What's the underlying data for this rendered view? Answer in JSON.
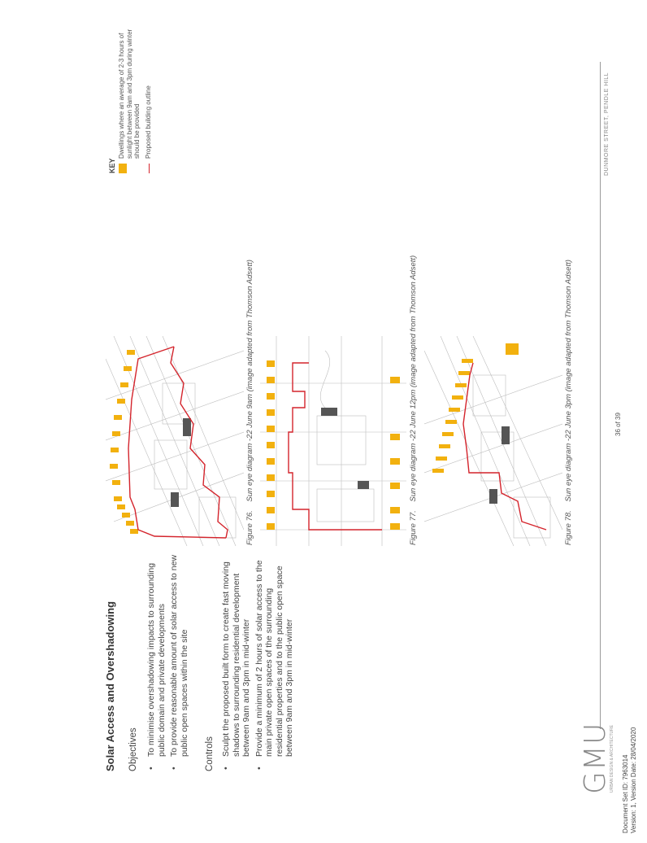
{
  "section": {
    "title": "Solar Access and Overshadowing",
    "objectives_heading": "Objectives",
    "objectives": [
      "To minimise overshadowing impacts to surrounding public domain and private developments",
      "To provide reasonable amount of solar access to new public open spaces within the site"
    ],
    "controls_heading": "Controls",
    "controls": [
      "Sculpt the proposed built form to create fast moving shadows to surrounding residential development between 9am and 3pm in mid-winter",
      "Provide a minimum of 2 hours of solar access to the main private open spaces of the surrounding residential properties and to the public open space between 9am and 3pm in mid-winter"
    ]
  },
  "figures": [
    {
      "number": "Figure 76.",
      "caption": "Sun eye diagram -22 June 9am   (image adapted from Thomson Adsett)"
    },
    {
      "number": "Figure 77.",
      "caption": "Sun eye diagram -22 June 12pm  (image adapted from Thomson Adsett)"
    },
    {
      "number": "Figure 78.",
      "caption": "Sun eye diagram -22 June 3pm  (image adapted from Thomson Adsett)"
    }
  ],
  "key": {
    "title": "KEY",
    "items": [
      {
        "label": "Dwellings where an average of 2-3 hours of sunlight between 9am and 3pm during winter should be provided",
        "color": "#f2b10f"
      },
      {
        "label": "Proposed building outline",
        "color": "#d4242c"
      }
    ]
  },
  "footer": {
    "logo": "GMU",
    "logo_tagline": "URBAN DESIGN & ARCHITECTURE",
    "document_id": "Document Set ID: 7963014",
    "version": "Version: 1, Version Date: 28/04/2020",
    "page": "36 of 39",
    "project": "DUNMORE STREET, PENDLE HILL"
  }
}
